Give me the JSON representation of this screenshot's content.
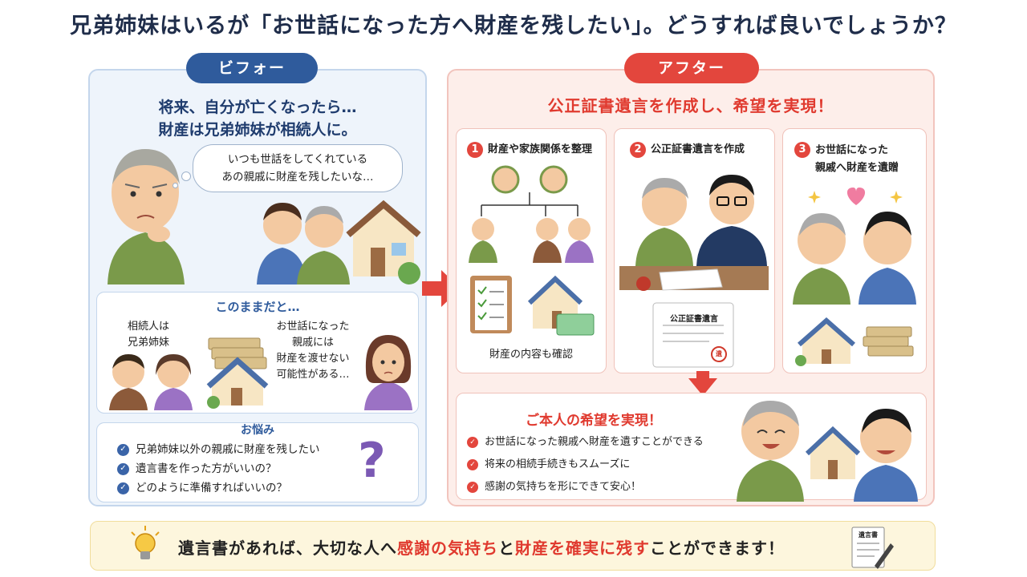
{
  "title": "兄弟姉妹はいるが「お世話になった方へ財産を残したい」。どうすれば良いでしょうか？",
  "before": {
    "label": "ビフォー",
    "heading_line1": "将来、自分が亡くなったら…",
    "heading_line2": "財産は兄弟姉妹が相続人に。",
    "speech_line1": "いつも世話をしてくれている",
    "speech_line2": "あの親戚に財産を残したいな…",
    "konomama_title": "このままだと…",
    "heirs_line1": "相続人は",
    "heirs_line2": "兄弟姉妹",
    "cant_lines": [
      "お世話になった",
      "親戚には",
      "財産を渡せない",
      "可能性がある…"
    ],
    "worries_title": "お悩み",
    "worries": [
      "兄弟姉妹以外の親戚に財産を残したい",
      "遺言書を作った方がいいの？",
      "どのように準備すればいいの？"
    ]
  },
  "after": {
    "label": "アフター",
    "heading": "公正証書遺言を作成し、希望を実現！",
    "step1": {
      "num": "1",
      "label": "財産や家族関係を整理",
      "sub": "財産の内容も確認"
    },
    "step2": {
      "num": "2",
      "label": "公正証書遺言を作成",
      "doc": "公正証書遺言",
      "seal": "遺"
    },
    "step3": {
      "num": "3",
      "label_line1": "お世話になった",
      "label_line2": "親戚へ財産を遺贈"
    },
    "result_title": "ご本人の希望を実現！",
    "results": [
      "お世話になった親戚へ財産を遺すことができる",
      "将来の相続手続きもスムーズに",
      "感謝の気持ちを形にできて安心！"
    ]
  },
  "banner": {
    "part1": "遺言書があれば、大切な人へ",
    "part2": "感謝の気持ち",
    "part3": "と",
    "part4": "財産を確実に残す",
    "part5": "ことができます！",
    "memo": "遺言書"
  },
  "colors": {
    "before_accent": "#2f5b9c",
    "after_accent": "#e3463d",
    "banner_bg": "#fdf6dd"
  }
}
